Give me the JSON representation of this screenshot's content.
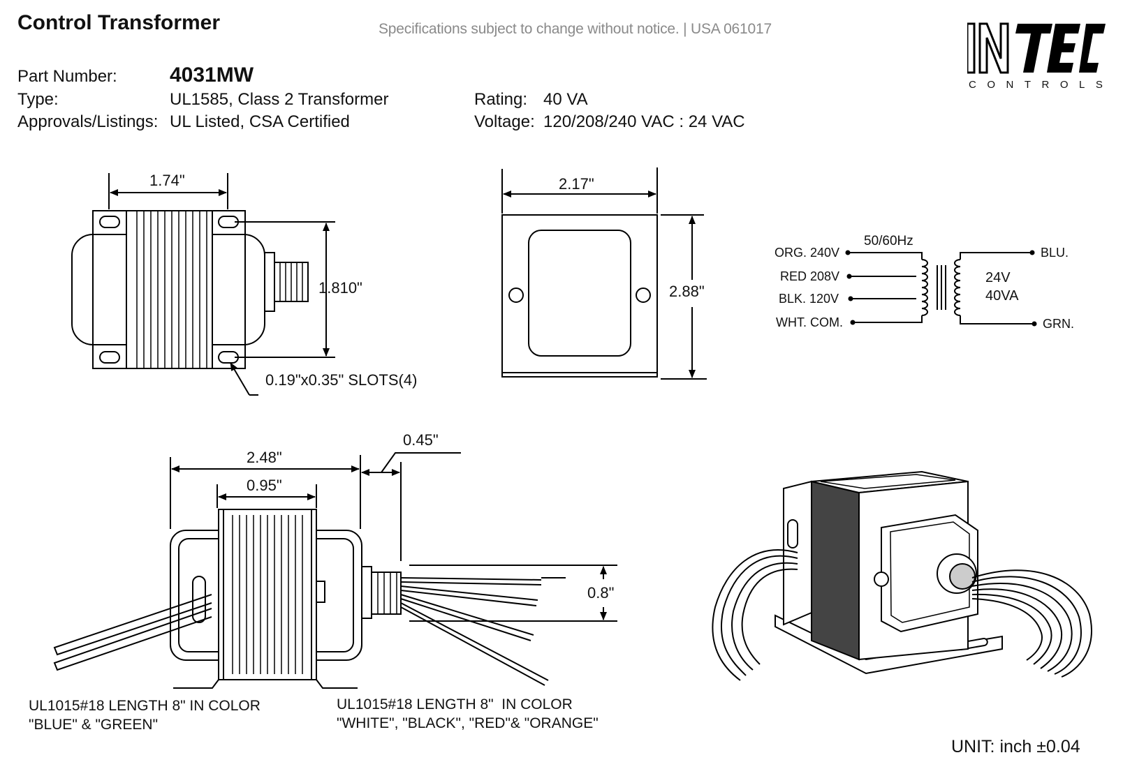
{
  "header": {
    "title": "Control Transformer",
    "notice": "Specifications subject to change without notice. | USA 061017",
    "logo": {
      "name": "INTEC",
      "sub": "CONTROLS"
    }
  },
  "specs": {
    "part_number_label": "Part Number:",
    "part_number_value": "4031MW",
    "type_label": "Type:",
    "type_value": "UL1585, Class 2 Transformer",
    "approvals_label": "Approvals/Listings:",
    "approvals_value": "UL Listed, CSA Certified",
    "rating_label": "Rating:",
    "rating_value": "40 VA",
    "voltage_label": "Voltage:",
    "voltage_value": "120/208/240 VAC : 24 VAC"
  },
  "top_view": {
    "width_dim": "1.74\"",
    "height_dim": "1.810\"",
    "slots_note": "0.19\"x0.35\" SLOTS(4)"
  },
  "end_view": {
    "width_dim": "2.17\"",
    "height_dim": "2.88\""
  },
  "schematic": {
    "frequency": "50/60Hz",
    "primary": [
      "ORG. 240V",
      "RED 208V",
      "BLK. 120V",
      "WHT. COM."
    ],
    "secondary_top": "BLU.",
    "secondary_bottom": "GRN.",
    "secondary_voltage": "24V",
    "secondary_va": "40VA"
  },
  "side_view": {
    "overall_dim": "2.48\"",
    "core_dim": "0.95\"",
    "bushing_dim": "0.45\"",
    "lead_spread_dim": "0.8\"",
    "note_left": "UL1015#18 LENGTH 8\" IN COLOR\n\"BLUE\" & \"GREEN\"",
    "note_right": "UL1015#18 LENGTH 8\"  IN COLOR\n\"WHITE\", \"BLACK\", \"RED\"& \"ORANGE\""
  },
  "footer": {
    "unit": "UNIT: inch  ±0.04"
  }
}
